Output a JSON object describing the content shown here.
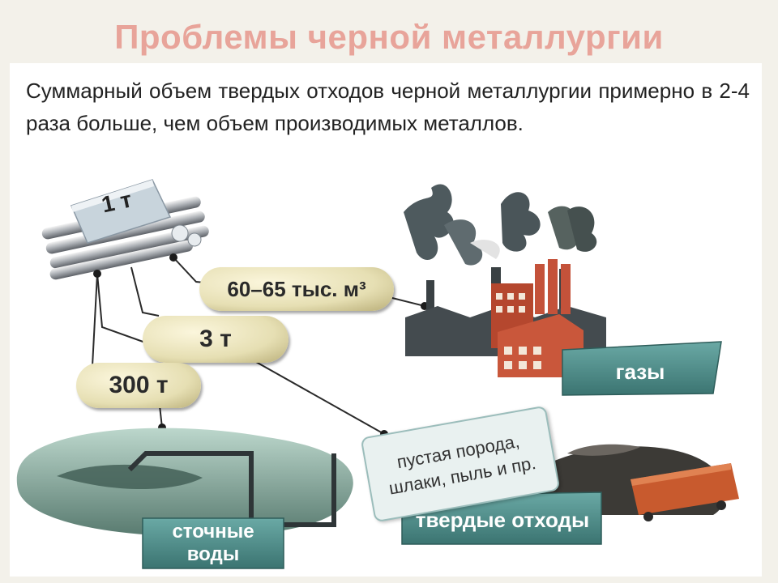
{
  "slide": {
    "title": "Проблемы черной металлургии",
    "text": "Суммарный объем твердых отходов черной металлургии примерно в 2-4 раза больше, чем объем производимых металлов."
  },
  "diagram": {
    "metal_amount": "1 т",
    "gas_amount": "60–65 тыс. м³",
    "solid_amount": "3 т",
    "water_amount": "300 т",
    "gases_label": "газы",
    "solid_waste_label": "твердые отходы",
    "solid_waste_note": "пустая порода, шлаки, пыль и пр.",
    "wastewater_label": "сточные воды"
  },
  "colors": {
    "title": "#e8a49a",
    "pill": "#e6dfb3",
    "label_panel": "#4f8f8c",
    "note_panel": "#e9f1f0"
  }
}
